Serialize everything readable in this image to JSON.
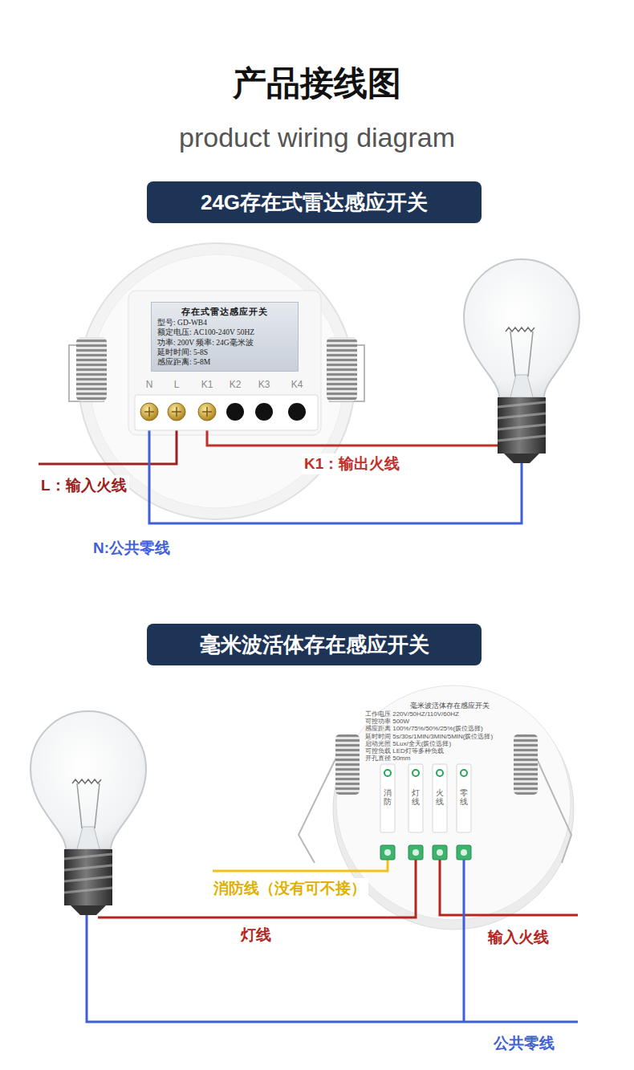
{
  "diagram": {
    "title": "产品接线图",
    "nodes": [
      {
        "text": [
          "24G存在式雷达感应开关"
        ]
      },
      {
        "text": [
          "存在式雷达感应开关",
          "型号: GD-WB4",
          "额定电压: AC100-240V 50HZ",
          "功率: 200V 频率: 24G毫米波",
          "延时时间: 5-8S",
          "感应距离: 5-8M"
        ]
      },
      {
        "text": [
          "毫米波活体存在感应开关"
        ]
      },
      {
        "text": [
          "毫米波活体存在感应开关",
          "工作电压 220V/50HZ/110V/60HZ",
          "可控功率 500W",
          "感应距离 100%/75%/50%/25%(拨位选择)",
          "延时时间 5s/30s/1MIN/3MIN/5MIN(拨位选择)",
          "启动光照 5Lux/全天(拨位选择)",
          "可控负载 LED灯等多种负载",
          "开孔直径 50mm"
        ]
      }
    ],
    "labels": [
      "product wiring diagram",
      "N",
      "L",
      "K1",
      "K2",
      "K3",
      "K4",
      "L：输入火线",
      "K1：输出火线",
      "N:公共零线",
      "消防",
      "灯线",
      "火线",
      "零线",
      "消防线（没有可不接）",
      "灯线",
      "输入火线",
      "公共零线"
    ]
  }
}
